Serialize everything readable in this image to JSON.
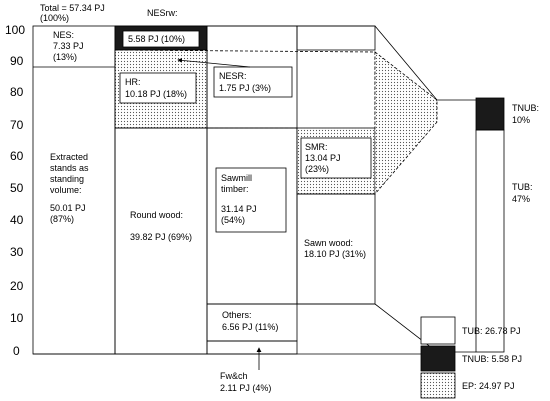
{
  "total": {
    "line1": "Total = 57.34 PJ",
    "line2": "(100%)"
  },
  "nesrw_header": "NESrw:",
  "axis_ticks": [
    "100",
    "90",
    "80",
    "70",
    "60",
    "50",
    "40",
    "30",
    "20",
    "10",
    "0"
  ],
  "nes": {
    "name": "NES:",
    "value": "7.33 PJ",
    "pct": "(13%)"
  },
  "nesrw_box": "5.58 PJ (10%)",
  "hr": {
    "name": "HR:",
    "value": "10.18 PJ (18%)"
  },
  "nesr": {
    "name": "NESR:",
    "value": "1.75 PJ (3%)"
  },
  "extracted": {
    "l1": "Extracted",
    "l2": "stands as",
    "l3": "standing",
    "l4": "volume:",
    "value": "50.01 PJ",
    "pct": "(87%)"
  },
  "roundwood": {
    "name": "Round wood:",
    "value": "39.82 PJ (69%)"
  },
  "sawmill": {
    "l1": "Sawmill",
    "l2": "timber:",
    "value": "31.14 PJ",
    "pct": "(54%)"
  },
  "smr": {
    "name": "SMR:",
    "value": "13.04 PJ",
    "pct": "(23%)"
  },
  "sawnwood": {
    "name": "Sawn wood:",
    "value": "18.10 PJ (31%)"
  },
  "others": {
    "name": "Others:",
    "value": "6.56 PJ (11%)"
  },
  "fwch": {
    "name": "Fw&ch",
    "value": "2.11 PJ (4%)"
  },
  "tnub": {
    "name": "TNUB:",
    "pct": "10%"
  },
  "tub": {
    "name": "TUB:",
    "pct": "47%"
  },
  "legend": [
    {
      "key": "tub",
      "label": "TUB: 26.78 PJ",
      "fill": "#ffffff"
    },
    {
      "key": "tnub",
      "label": "TNUB: 5.58 PJ",
      "fill": "#1a1a1a"
    },
    {
      "key": "ep",
      "label": "EP: 24.97 PJ",
      "fill": "dots"
    }
  ]
}
